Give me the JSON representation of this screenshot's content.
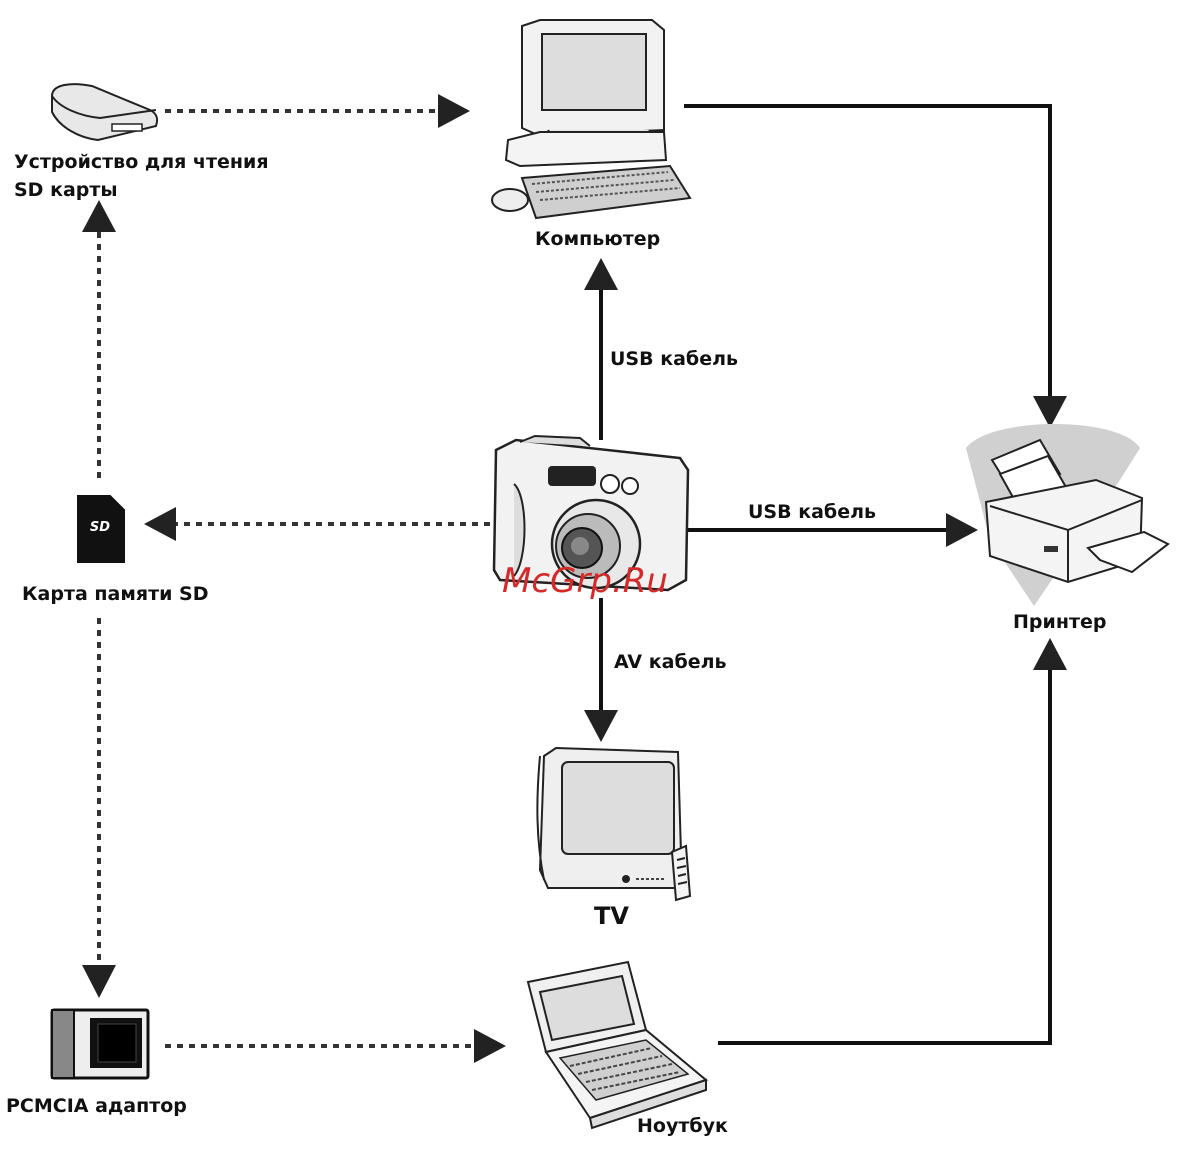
{
  "labels": {
    "sd_reader": [
      "Устройство для чтения",
      "SD карты"
    ],
    "computer": "Компьютер",
    "usb_cable_vertical": "USB кабель",
    "usb_cable_horizontal": "USB кабель",
    "sd_card": "Карта памяти SD",
    "printer": "Принтер",
    "av_cable": "AV кабель",
    "tv": "TV",
    "pcmcia_adapter": "PCMCIA адаптор",
    "notebook": "Ноутбук",
    "sd_logo": "SD",
    "watermark": "McGrp.Ru"
  }
}
